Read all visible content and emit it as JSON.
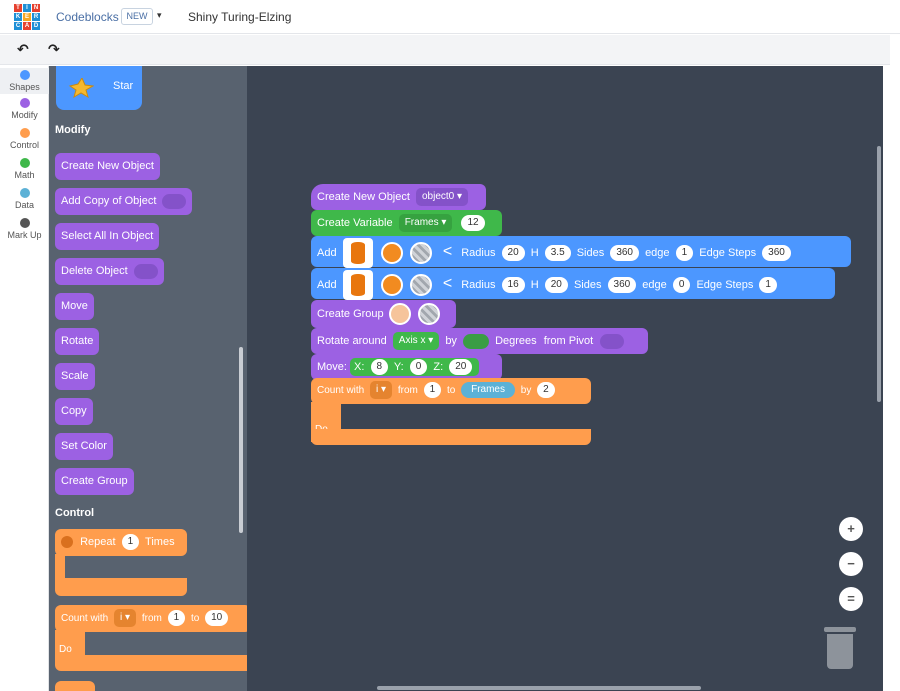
{
  "header": {
    "app_name": "Codeblocks",
    "badge": "NEW",
    "caret": "▾",
    "design_title": "Shiny Turing-Elzing",
    "logo_letters": [
      "T",
      "I",
      "N",
      "K",
      "E",
      "R",
      "C",
      "A",
      "D"
    ]
  },
  "toolbar": {
    "undo": "↶",
    "redo": "↷"
  },
  "categories": [
    {
      "label": "Shapes",
      "color": "#4c97ff"
    },
    {
      "label": "Modify",
      "color": "#9c61e3"
    },
    {
      "label": "Control",
      "color": "#ff9d4d"
    },
    {
      "label": "Math",
      "color": "#3fb84a"
    },
    {
      "label": "Data",
      "color": "#5cb1d6"
    },
    {
      "label": "Mark Up",
      "color": "#555555"
    }
  ],
  "flyout": {
    "star_label": "Star",
    "modify_heading": "Modify",
    "modify_blocks": [
      "Create New Object",
      "Add Copy of Object",
      "Select All In Object",
      "Delete Object",
      "Move",
      "Rotate",
      "Scale",
      "Copy",
      "Set Color",
      "Create Group"
    ],
    "control_heading": "Control",
    "repeat": {
      "label": "Repeat",
      "value": "1",
      "suffix": "Times"
    },
    "count": {
      "label": "Count with",
      "var": "i ▾",
      "from": "from",
      "from_val": "1",
      "to": "to",
      "to_val": "10",
      "do": "Do"
    }
  },
  "workspace": {
    "create_object": {
      "label": "Create New Object",
      "value": "object0 ▾"
    },
    "create_variable": {
      "label": "Create Variable",
      "var": "Frames ▾",
      "value": "12"
    },
    "add1": {
      "label": "Add",
      "arrow": "<",
      "radius_l": "Radius",
      "radius": "20",
      "h_l": "H",
      "h": "3.5",
      "sides_l": "Sides",
      "sides": "360",
      "edge_l": "edge",
      "edge": "1",
      "steps_l": "Edge Steps",
      "steps": "360"
    },
    "add2": {
      "label": "Add",
      "arrow": "<",
      "radius_l": "Radius",
      "radius": "16",
      "h_l": "H",
      "h": "20",
      "sides_l": "Sides",
      "sides": "360",
      "edge_l": "edge",
      "edge": "0",
      "steps_l": "Edge Steps",
      "steps": "1"
    },
    "create_group": {
      "label": "Create Group"
    },
    "rotate": {
      "label": "Rotate around",
      "axis": "Axis x ▾",
      "by": "by",
      "deg_l": "Degrees",
      "pivot": "from Pivot"
    },
    "move": {
      "label": "Move:",
      "x_l": "X:",
      "x": "8",
      "y_l": "Y:",
      "y": "0",
      "z_l": "Z:",
      "z": "20"
    },
    "count": {
      "label": "Count with",
      "var": "i ▾",
      "from_l": "from",
      "from": "1",
      "to_l": "to",
      "to": "Frames",
      "by_l": "by",
      "by": "2",
      "do": "Do"
    }
  },
  "zoom": {
    "in": "+",
    "out": "−",
    "reset": "="
  },
  "colors": {
    "shapes": "#4c97ff",
    "modify": "#9c61e3",
    "control": "#ff9d4d",
    "math": "#3fb84a",
    "workspace": "#3b4452",
    "flyout": "#58626f"
  }
}
